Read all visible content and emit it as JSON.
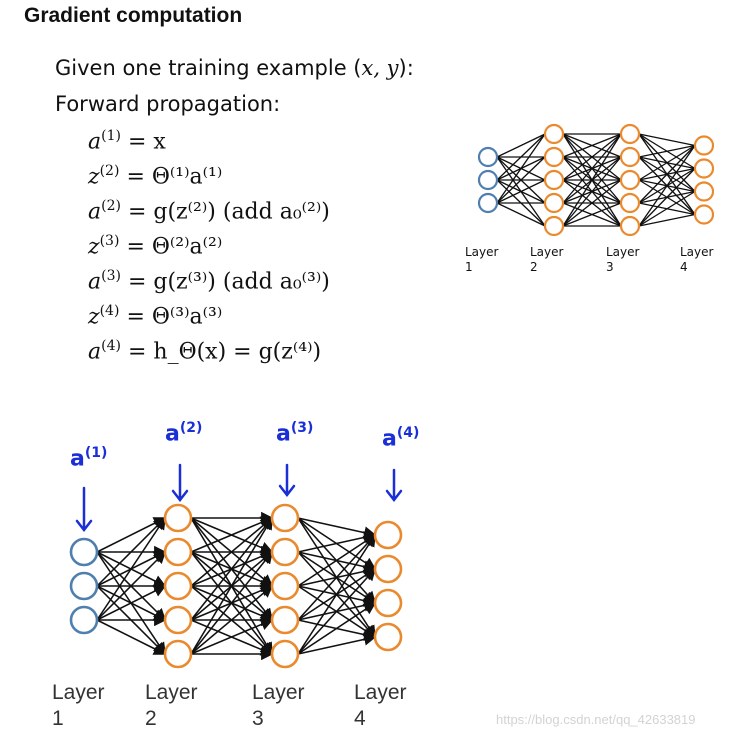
{
  "title": "Gradient computation",
  "given_line": "Given one training example (",
  "given_vars": "x, y",
  "given_end": "):",
  "forward_line": "Forward propagation:",
  "equations": [
    {
      "lhs": "a",
      "lsup": "(1)",
      "rhs": "= x"
    },
    {
      "lhs": "z",
      "lsup": "(2)",
      "rhs": "= Θ⁽¹⁾a⁽¹⁾"
    },
    {
      "lhs": "a",
      "lsup": "(2)",
      "rhs": "= g(z⁽²⁾)  (add a₀⁽²⁾)"
    },
    {
      "lhs": "z",
      "lsup": "(3)",
      "rhs": "= Θ⁽²⁾a⁽²⁾"
    },
    {
      "lhs": "a",
      "lsup": "(3)",
      "rhs": "= g(z⁽³⁾)  (add a₀⁽³⁾)"
    },
    {
      "lhs": "z",
      "lsup": "(4)",
      "rhs": "= Θ⁽³⁾a⁽³⁾"
    },
    {
      "lhs": "a",
      "lsup": "(4)",
      "rhs": "= h_Θ(x) = g(z⁽⁴⁾)"
    }
  ],
  "mini_network": {
    "layers": [
      3,
      5,
      5,
      4
    ],
    "labels": [
      "Layer\n1",
      "Layer\n2",
      "Layer\n3",
      "Layer\n4"
    ]
  },
  "big_network": {
    "layers": [
      3,
      5,
      5,
      4
    ],
    "labels": [
      "Layer\n1",
      "Layer\n2",
      "Layer\n3",
      "Layer\n4"
    ],
    "annotations": [
      "a",
      "a",
      "a",
      "a"
    ],
    "annotation_sups": [
      "(1)",
      "(2)",
      "(3)",
      "(4)"
    ]
  },
  "colors": {
    "input_node": "#4f7fae",
    "hidden_node": "#ea8a2e",
    "edge": "#111111",
    "handwriting": "#1a2fd6"
  },
  "watermark": "https://blog.csdn.net/qq_42633819"
}
